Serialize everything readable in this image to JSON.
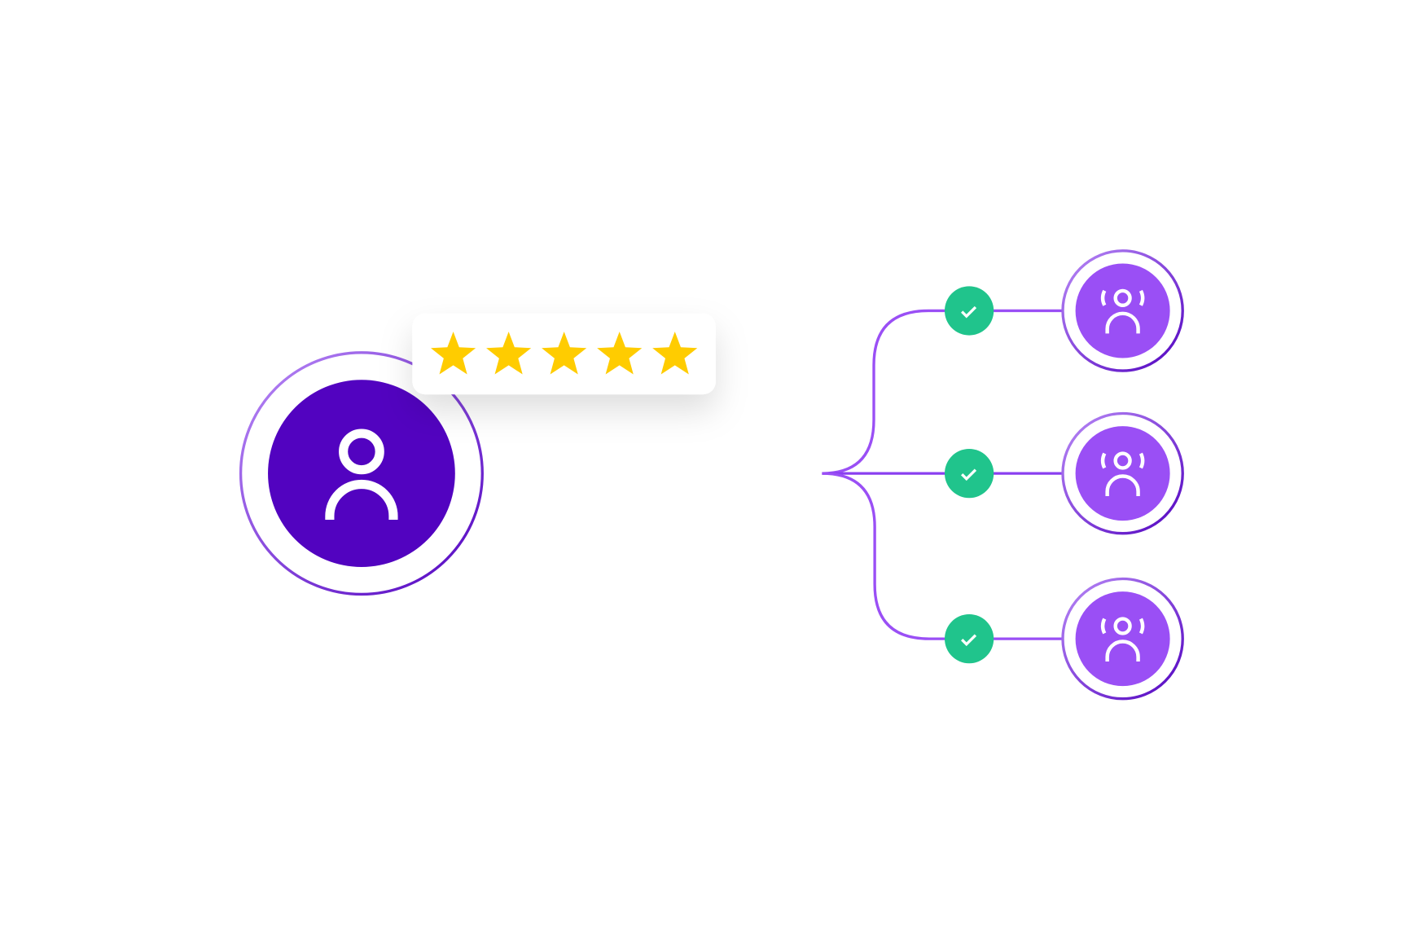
{
  "colors": {
    "primary": "#5203c0",
    "secondary": "#9a4ff5",
    "ring_light": "#b98af7",
    "success": "#20c48c",
    "star": "#ffcc00",
    "card": "#ffffff"
  },
  "source_node": {
    "icon": "user-icon"
  },
  "rating": {
    "stars": 5,
    "max": 5,
    "icon": "star-icon"
  },
  "targets": [
    {
      "icon": "user-broadcast-icon",
      "status_icon": "check-icon",
      "status": "success"
    },
    {
      "icon": "user-broadcast-icon",
      "status_icon": "check-icon",
      "status": "success"
    },
    {
      "icon": "user-broadcast-icon",
      "status_icon": "check-icon",
      "status": "success"
    }
  ]
}
